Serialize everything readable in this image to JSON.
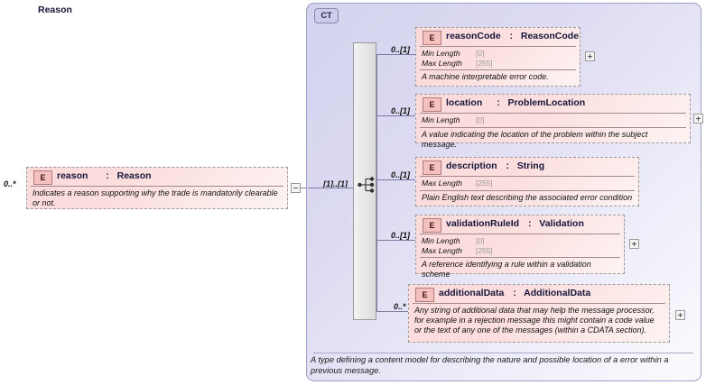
{
  "diagram": {
    "kind": "xsd-schema-diagram",
    "left_element": {
      "badge": "E",
      "name": "reason",
      "separator": ":",
      "type": "Reason",
      "cardinality": "0..*",
      "annotation": "Indicates a reason supporting why the trade is mandatorily clearable or not.",
      "toggle": "minus"
    },
    "complex_type": {
      "badge": "CT",
      "title": "Reason",
      "annotation": "A type defining a content model for describing the nature and possible location of a error within a previous message.",
      "compositor": {
        "kind": "sequence-icon",
        "cardinality": "[1]..[1]"
      }
    },
    "elements": [
      {
        "badge": "E",
        "name": "reasonCode",
        "separator": ":",
        "type": "ReasonCode",
        "cardinality": "0..[1]",
        "facets": [
          {
            "label": "Min Length",
            "value": "[0]"
          },
          {
            "label": "Max Length",
            "value": "[255]"
          }
        ],
        "annotation": "A machine interpretable error code.",
        "toggle": "plus"
      },
      {
        "badge": "E",
        "name": "location",
        "separator": ":",
        "type": "ProblemLocation",
        "cardinality": "0..[1]",
        "facets": [
          {
            "label": "Min Length",
            "value": "[0]"
          }
        ],
        "annotation": "A value indicating the location of the problem within the subject message.",
        "toggle": "plus"
      },
      {
        "badge": "E",
        "name": "description",
        "separator": ":",
        "type": "String",
        "cardinality": "0..[1]",
        "facets": [
          {
            "label": "Max Length",
            "value": "[255]"
          }
        ],
        "annotation": "Plain English text describing the associated error condition",
        "toggle": "none"
      },
      {
        "badge": "E",
        "name": "validationRuleId",
        "separator": ":",
        "type": "Validation",
        "cardinality": "0..[1]",
        "facets": [
          {
            "label": "Min Length",
            "value": "[0]"
          },
          {
            "label": "Max Length",
            "value": "[255]"
          }
        ],
        "annotation": "A reference identifying a rule within a validation scheme",
        "toggle": "plus"
      },
      {
        "badge": "E",
        "name": "additionalData",
        "separator": ":",
        "type": "AdditionalData",
        "cardinality": "0..*",
        "facets": [],
        "annotation": "Any string of additional data that may help the message processor, for example in a rejection message this might contain a code value or the text of any one of the messages (within a CDATA section).",
        "toggle": "plus"
      }
    ],
    "colors": {
      "element_fill": "#fbdada",
      "element_badge": "#f5c0c0",
      "complextype_fill": "#d4d3ee",
      "complextype_badge": "#cdcceb",
      "connector_line": "#7d7da4",
      "compositor_fill": "#eaeaea"
    }
  }
}
